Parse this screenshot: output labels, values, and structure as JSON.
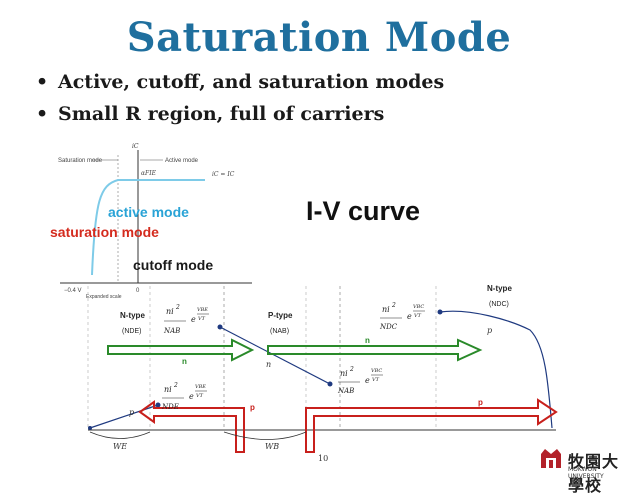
{
  "slide": {
    "title": "Saturation Mode",
    "bullets": [
      "Active, cutoff, and saturation modes",
      "Small R region, full of carriers"
    ],
    "page_number": "10"
  },
  "inset_plot": {
    "y_axis_label": "iC",
    "saturation_mode_text": "Saturation mode",
    "active_mode_text": "Active mode",
    "alpha_label": "αFIE",
    "ic_eq_label": "iC = IC",
    "voltage_tick": "−0.4 V",
    "zero_tick": "0",
    "expanded_scale_text": "Expanded scale",
    "active_mode_label": "active mode",
    "saturation_mode_label": "saturation mode",
    "cutoff_mode_label": "cutoff mode",
    "colors": {
      "active": "#29a3d6",
      "saturation": "#d42b1e",
      "curve": "#7ecbe8"
    }
  },
  "iv_curve_label": "I-V curve",
  "diagram": {
    "regions": [
      {
        "type": "N-type",
        "sub": "(NDE)"
      },
      {
        "type": "P-type",
        "sub": "(NAB)"
      },
      {
        "type": "N-type",
        "sub": "(NDC)"
      }
    ],
    "carrier_n": "n",
    "carrier_p": "p",
    "width_e": "WE",
    "width_b": "WB",
    "formula_ni": "ni",
    "formula_sq": "2",
    "formula_e": "e",
    "formula_vbe": "VBE",
    "formula_vbc": "VBC",
    "formula_vt": "VT",
    "formula_nab": "NAB",
    "formula_nde": "NDE",
    "formula_ndc": "NDC",
    "colors": {
      "electron_arrow": "#2a8a2a",
      "hole_arrow": "#c8201c"
    }
  },
  "logo": {
    "text": "牧園大學校",
    "sub": "MOKWON UNIVERSITY",
    "color": "#b3222a"
  }
}
